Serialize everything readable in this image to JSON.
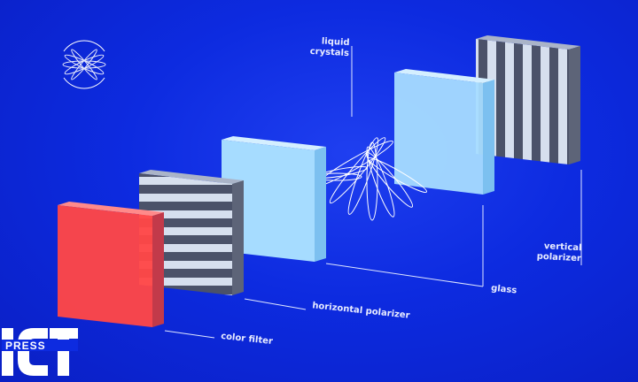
{
  "labels": {
    "liquid_crystals": "liquid\ncrystals",
    "vertical_polarizer": "vertical\npolarizer",
    "glass": "glass",
    "horizontal_polarizer": "horizontal polarizer",
    "color_filter": "color filter"
  },
  "logo": {
    "text_top": "ICT",
    "text_band": "PRESS"
  },
  "colors": {
    "background": "#0d2be0",
    "filter": "#ff4a4a",
    "glass": "#a8dcff",
    "polarizer_dark": "#4a5068",
    "polarizer_light": "#d8e0ee"
  }
}
